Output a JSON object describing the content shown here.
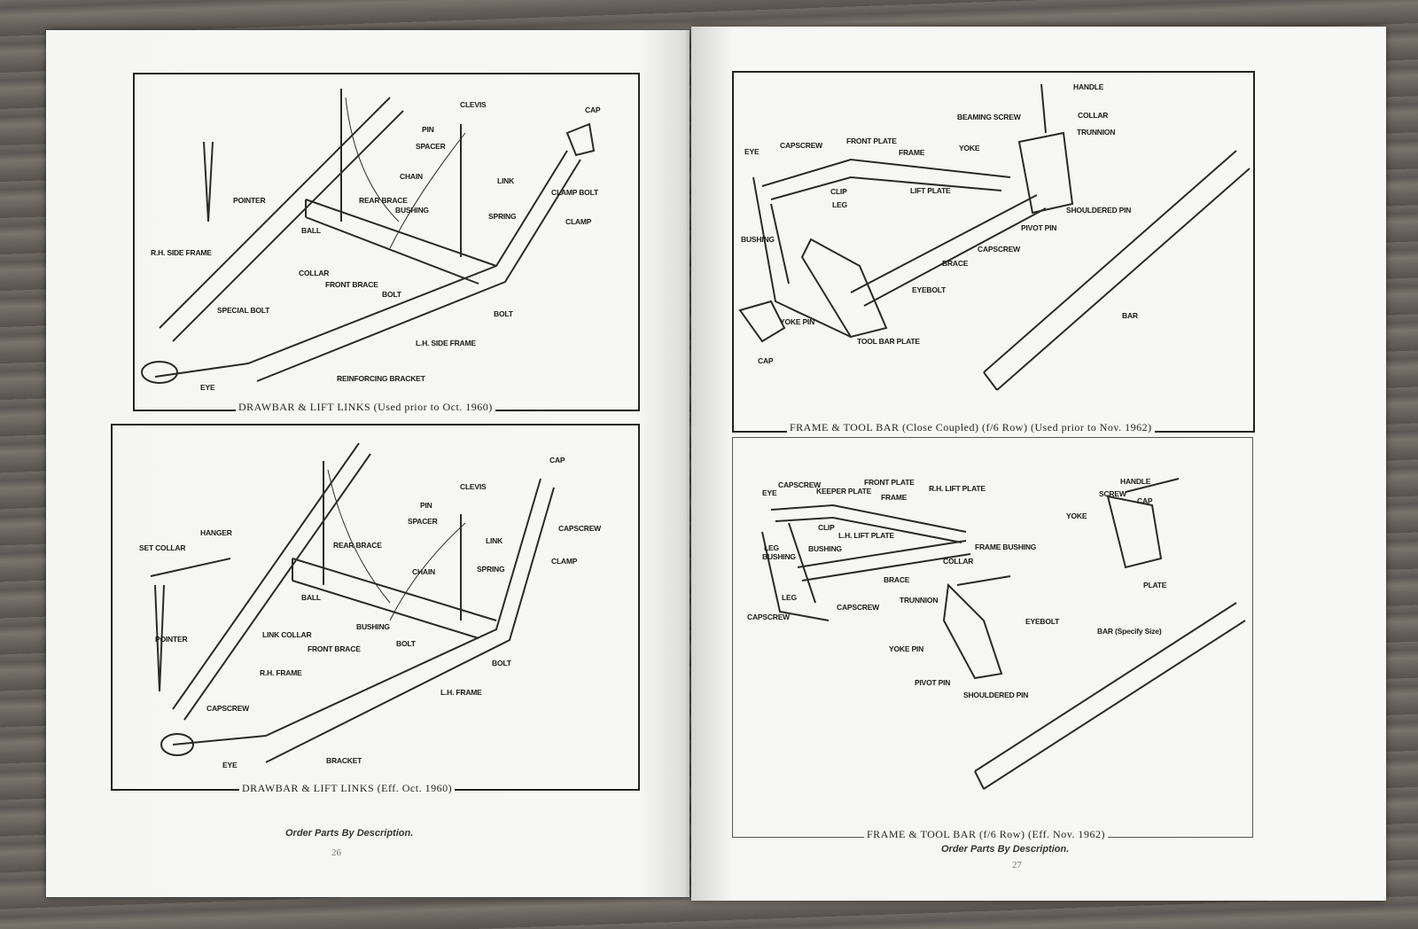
{
  "left_page": {
    "page_number": "26",
    "footer": "Order Parts By Description.",
    "diagrams": [
      {
        "caption": "DRAWBAR & LIFT LINKS (Used prior to Oct. 1960)",
        "labels": [
          "CLEVIS",
          "PIN",
          "SPACER",
          "CHAIN",
          "LINK",
          "CAP",
          "CLAMP BOLT",
          "CLAMP",
          "POINTER",
          "REAR BRACE",
          "BUSHING",
          "SPRING",
          "BALL",
          "R.H. SIDE FRAME",
          "COLLAR",
          "FRONT BRACE",
          "BOLT",
          "BOLT",
          "SPECIAL BOLT",
          "L.H. SIDE FRAME",
          "REINFORCING BRACKET",
          "EYE"
        ]
      },
      {
        "caption": "DRAWBAR & LIFT LINKS (Eff. Oct. 1960)",
        "labels": [
          "CAP",
          "CLEVIS",
          "PIN",
          "SPACER",
          "CAPSCREW",
          "HANGER",
          "SET COLLAR",
          "REAR BRACE",
          "LINK",
          "CHAIN",
          "SPRING",
          "CLAMP",
          "BALL",
          "LINK COLLAR",
          "BUSHING",
          "FRONT BRACE",
          "BOLT",
          "BOLT",
          "POINTER",
          "R.H. FRAME",
          "L.H. FRAME",
          "CAPSCREW",
          "EYE",
          "BRACKET"
        ]
      }
    ]
  },
  "right_page": {
    "page_number": "27",
    "footer": "Order Parts By Description.",
    "diagrams": [
      {
        "caption": "FRAME & TOOL BAR (Close Coupled) (f/6 Row) (Used prior to Nov. 1962)",
        "labels": [
          "HANDLE",
          "BEAMING SCREW",
          "COLLAR",
          "TRUNNION",
          "EYE",
          "CAPSCREW",
          "FRONT PLATE",
          "FRAME",
          "YOKE",
          "CLIP",
          "LIFT PLATE",
          "LEG",
          "SHOULDERED PIN",
          "PIVOT PIN",
          "BUSHING",
          "CAPSCREW",
          "BRACE",
          "EYEBOLT",
          "YOKE PIN",
          "BAR",
          "TOOL BAR PLATE",
          "CAP"
        ]
      },
      {
        "caption": "FRAME & TOOL BAR (f/6 Row) (Eff. Nov. 1962)",
        "labels": [
          "CAPSCREW",
          "FRONT PLATE",
          "EYE",
          "KEEPER PLATE",
          "R.H. LIFT PLATE",
          "FRAME",
          "HANDLE",
          "SCREW",
          "CAP",
          "YOKE",
          "CLIP",
          "L.H. LIFT PLATE",
          "LEG",
          "BUSHING",
          "BUSHING",
          "FRAME BUSHING",
          "COLLAR",
          "PLATE",
          "BRACE",
          "LEG",
          "TRUNNION",
          "CAPSCREW",
          "CAPSCREW",
          "EYEBOLT",
          "BAR (Specify Size)",
          "YOKE PIN",
          "PIVOT PIN",
          "SHOULDERED PIN"
        ]
      }
    ]
  }
}
